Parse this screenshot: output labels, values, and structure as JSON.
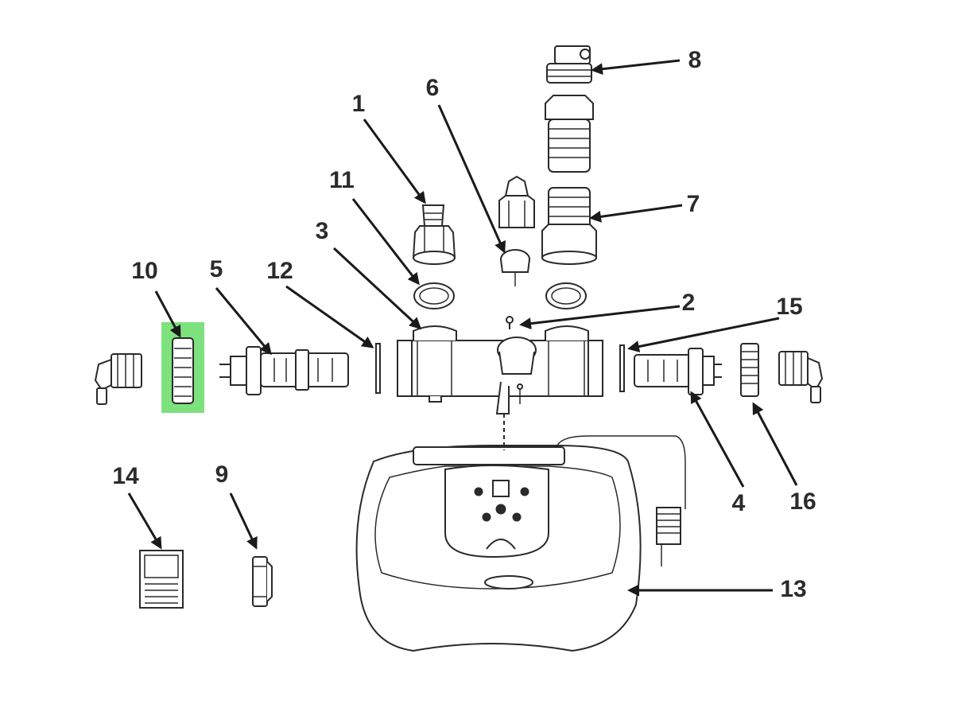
{
  "diagram": {
    "highlight_color": "#66dd66",
    "highlighted_part": "10",
    "callouts": [
      {
        "id": "c1",
        "label": "1"
      },
      {
        "id": "c2",
        "label": "2"
      },
      {
        "id": "c3",
        "label": "3"
      },
      {
        "id": "c4",
        "label": "4"
      },
      {
        "id": "c5",
        "label": "5"
      },
      {
        "id": "c6",
        "label": "6"
      },
      {
        "id": "c7",
        "label": "7"
      },
      {
        "id": "c8",
        "label": "8"
      },
      {
        "id": "c9",
        "label": "9"
      },
      {
        "id": "c10",
        "label": "10"
      },
      {
        "id": "c11",
        "label": "11"
      },
      {
        "id": "c12",
        "label": "12"
      },
      {
        "id": "c13",
        "label": "13"
      },
      {
        "id": "c14",
        "label": "14"
      },
      {
        "id": "c15",
        "label": "15"
      },
      {
        "id": "c16",
        "label": "16"
      }
    ]
  }
}
